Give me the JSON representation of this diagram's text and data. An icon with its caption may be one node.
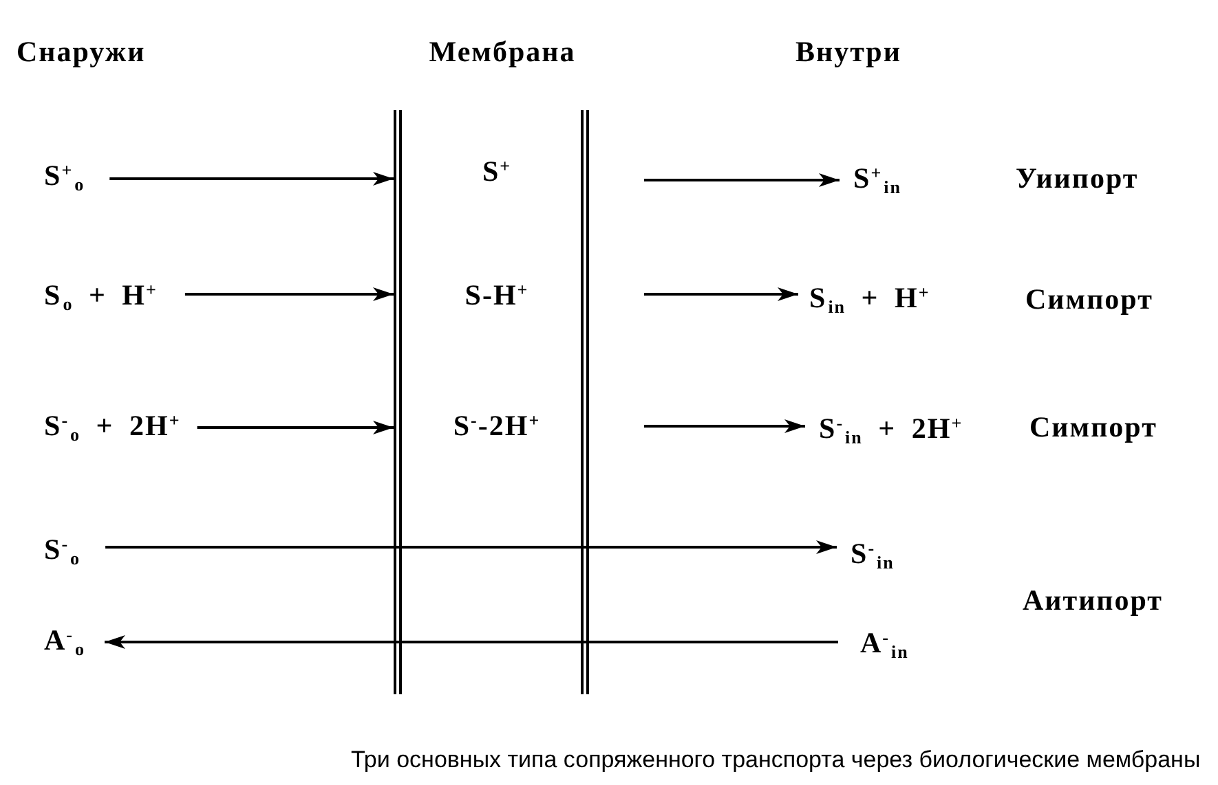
{
  "diagram": {
    "caption": "Три основных типа сопряженного транспорта через биологические мембраны",
    "nodes": [
      {
        "text": [
          "Мембрана"
        ]
      },
      {
        "text": [
          "S$^{+}$$_{o}$"
        ]
      },
      {
        "text": [
          "S$^{+}$"
        ],
        "in": 0
      },
      {
        "text": [
          "S$^{+}$$_{in}$"
        ]
      },
      {
        "text": [
          "S$_{o}$ + H$^{+}$"
        ]
      },
      {
        "text": [
          "S-H$^{+}$"
        ],
        "in": 0
      },
      {
        "text": [
          "S$_{in}$ + H$^{+}$"
        ]
      },
      {
        "text": [
          "S$^{-}$$_{o}$ + 2H$^{+}$"
        ]
      },
      {
        "text": [
          "S$^{-}$-2H$^{+}$"
        ],
        "in": 0
      },
      {
        "text": [
          "S$^{-}$$_{in}$ + 2H$^{+}$"
        ]
      },
      {
        "text": [
          "S$^{-}$$_{o}$"
        ]
      },
      {
        "text": [
          "S$^{-}$$_{in}$"
        ]
      },
      {
        "text": [
          "A$^{-}$$_{o}$"
        ]
      },
      {
        "text": [
          "A$^{-}$$_{in}$"
        ]
      }
    ],
    "edges": [
      {
        "from": 1,
        "to": 0,
        "arrow": "to"
      },
      {
        "from": null,
        "to": 3,
        "arrow": "to"
      },
      {
        "from": 4,
        "to": 0,
        "arrow": "to"
      },
      {
        "from": null,
        "to": 6,
        "arrow": "to"
      },
      {
        "from": 7,
        "to": 0,
        "arrow": "to"
      },
      {
        "from": null,
        "to": 9,
        "arrow": "to"
      },
      {
        "from": 10,
        "to": 11,
        "arrow": "to"
      },
      {
        "from": 13,
        "to": 12,
        "arrow": "to"
      }
    ],
    "labels": [
      "Снаружи",
      "Внутри",
      "Уиипорт",
      "Симпорт",
      "Симпорт",
      "Аитипорт"
    ]
  }
}
